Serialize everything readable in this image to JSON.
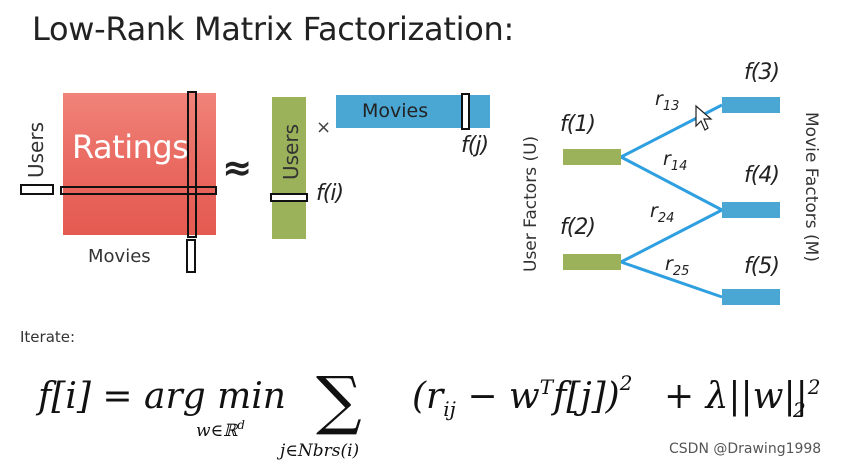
{
  "title": "Low-Rank Matrix Factorization:",
  "matrix": {
    "ratings_label": "Ratings",
    "users_label": "Users",
    "movies_label": "Movies",
    "approx_symbol": "≈",
    "times_symbol": "×",
    "users_factor_label": "Users",
    "movies_factor_label": "Movies",
    "fi_label": "f(i)",
    "fj_label": "f(j)",
    "colors": {
      "ratings": "#e9685f",
      "users": "#9cb25a",
      "movies": "#4aa7d4"
    }
  },
  "graph": {
    "user_side_label": "User Factors (U)",
    "movie_side_label": "Movie Factors (M)",
    "user_nodes": [
      {
        "label": "f(1)"
      },
      {
        "label": "f(2)"
      }
    ],
    "movie_nodes": [
      {
        "label": "f(3)"
      },
      {
        "label": "f(4)"
      },
      {
        "label": "f(5)"
      }
    ],
    "edges": [
      {
        "sub": "13"
      },
      {
        "sub": "14"
      },
      {
        "sub": "24"
      },
      {
        "sub": "25"
      }
    ],
    "edge_color": "#2e9fe0"
  },
  "iterate_label": "Iterate:",
  "formula": {
    "lhs": "f[i] = arg min",
    "under_min": "w∈ℝ",
    "under_min_sup": "d",
    "sum": "∑",
    "under_sum": "j∈Nbrs(i)",
    "body": "(r",
    "body_sub": "ij",
    "body_rest": " − w",
    "body_sup_T": "T",
    "body_end": "f[j])",
    "square": "2",
    "reg": "+ λ||w||",
    "reg_sup": "2",
    "reg_sub": "2"
  },
  "watermark": "CSDN @Drawing1998"
}
